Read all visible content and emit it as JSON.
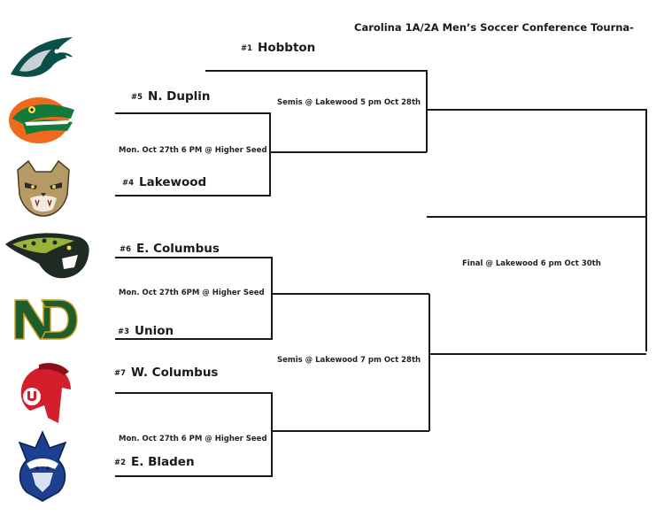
{
  "title": "Carolina 1A/2A Men’s Soccer Conference Tourna-",
  "teams": [
    {
      "seed": "#1",
      "name": "Hobbton"
    },
    {
      "seed": "#5",
      "name": "N. Duplin"
    },
    {
      "seed": "#4",
      "name": "Lakewood"
    },
    {
      "seed": "#6",
      "name": "E. Columbus"
    },
    {
      "seed": "#3",
      "name": "Union"
    },
    {
      "seed": "#7",
      "name": "W. Columbus"
    },
    {
      "seed": "#2",
      "name": "E. Bladen"
    }
  ],
  "games": {
    "r1_top": "Mon. Oct 27th 6 PM  @ Higher Seed",
    "r1_mid": "Mon. Oct 27th  6PM @ Higher Seed",
    "r1_bot": "Mon. Oct 27th 6 PM @ Higher Seed",
    "semi_top": "Semis @ Lakewood 5 pm Oct 28th",
    "semi_bot": "Semis @ Lakewood 7 pm Oct 28th",
    "final": "Final @ Lakewood 6 pm Oct  30th"
  },
  "logos": [
    "eagle-logo",
    "gator-logo",
    "wildcat-logo",
    "jaguar-logo",
    "nd-logo",
    "spartan-logo",
    "viking-logo"
  ],
  "colors": {
    "line": "#1a1a1a",
    "eagle": "#0b4f4a",
    "gator_orange": "#f06a1d",
    "gator_green": "#127a3a",
    "jaguar_green": "#9bb13a",
    "nd_green": "#1f5e2a",
    "spartan_red": "#d21f2b",
    "viking_blue": "#1d3f8f"
  }
}
